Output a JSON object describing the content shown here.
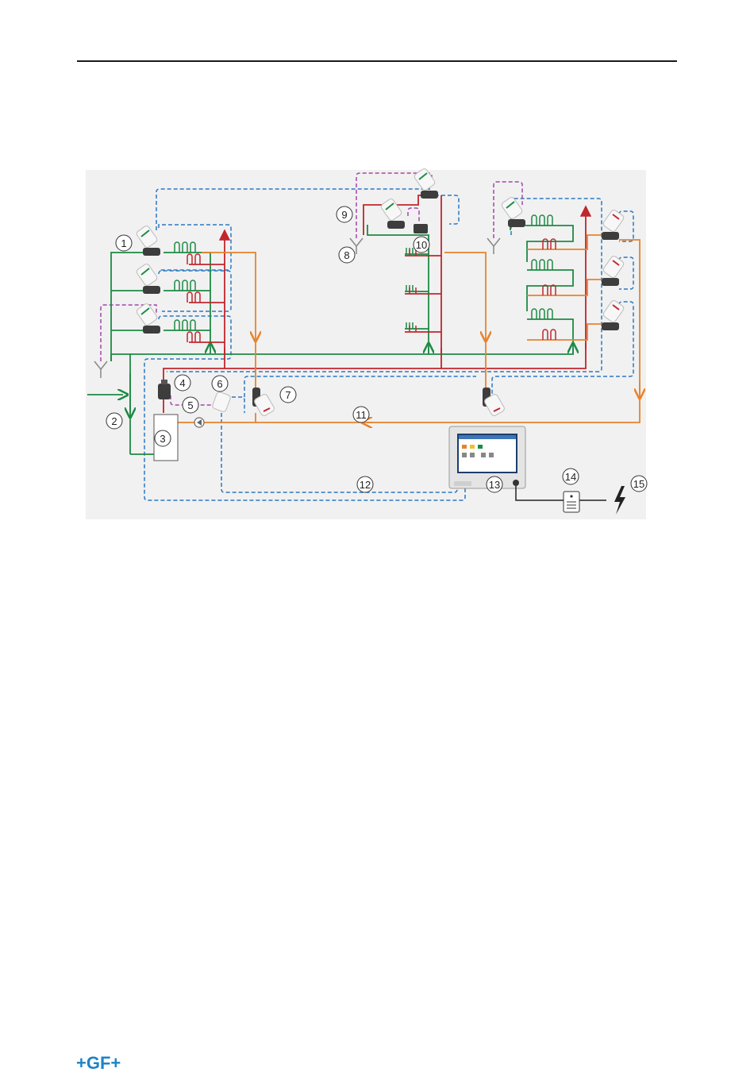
{
  "page": {
    "logo_text": "+GF+"
  },
  "colors": {
    "supply_green": "#1e8a45",
    "hot_red": "#c0262d",
    "return_orange": "#e8832a",
    "signal_blue": "#2a78c2",
    "drain_purple": "#a347a8",
    "frame_gray": "#f1f1f1",
    "logo_blue": "#1c84c6"
  },
  "diagram": {
    "callouts": [
      {
        "id": "c1",
        "label": "1"
      },
      {
        "id": "c2",
        "label": "2"
      },
      {
        "id": "c3",
        "label": "3"
      },
      {
        "id": "c4",
        "label": "4"
      },
      {
        "id": "c5",
        "label": "5"
      },
      {
        "id": "c6",
        "label": "6"
      },
      {
        "id": "c7",
        "label": "7"
      },
      {
        "id": "c8",
        "label": "8"
      },
      {
        "id": "c9",
        "label": "9"
      },
      {
        "id": "c10",
        "label": "10"
      },
      {
        "id": "c11",
        "label": "11"
      },
      {
        "id": "c12",
        "label": "12"
      },
      {
        "id": "c13",
        "label": "13"
      },
      {
        "id": "c14",
        "label": "14"
      },
      {
        "id": "c15",
        "label": "15"
      }
    ],
    "icons": {
      "valve": "motorized-valve-icon",
      "controller": "touch-panel-controller-icon",
      "power_supply": "power-supply-icon",
      "lightning": "lightning-bolt-icon",
      "drain": "drain-funnel-icon",
      "pump": "circulation-pump-icon",
      "heater": "water-heater-icon"
    }
  }
}
